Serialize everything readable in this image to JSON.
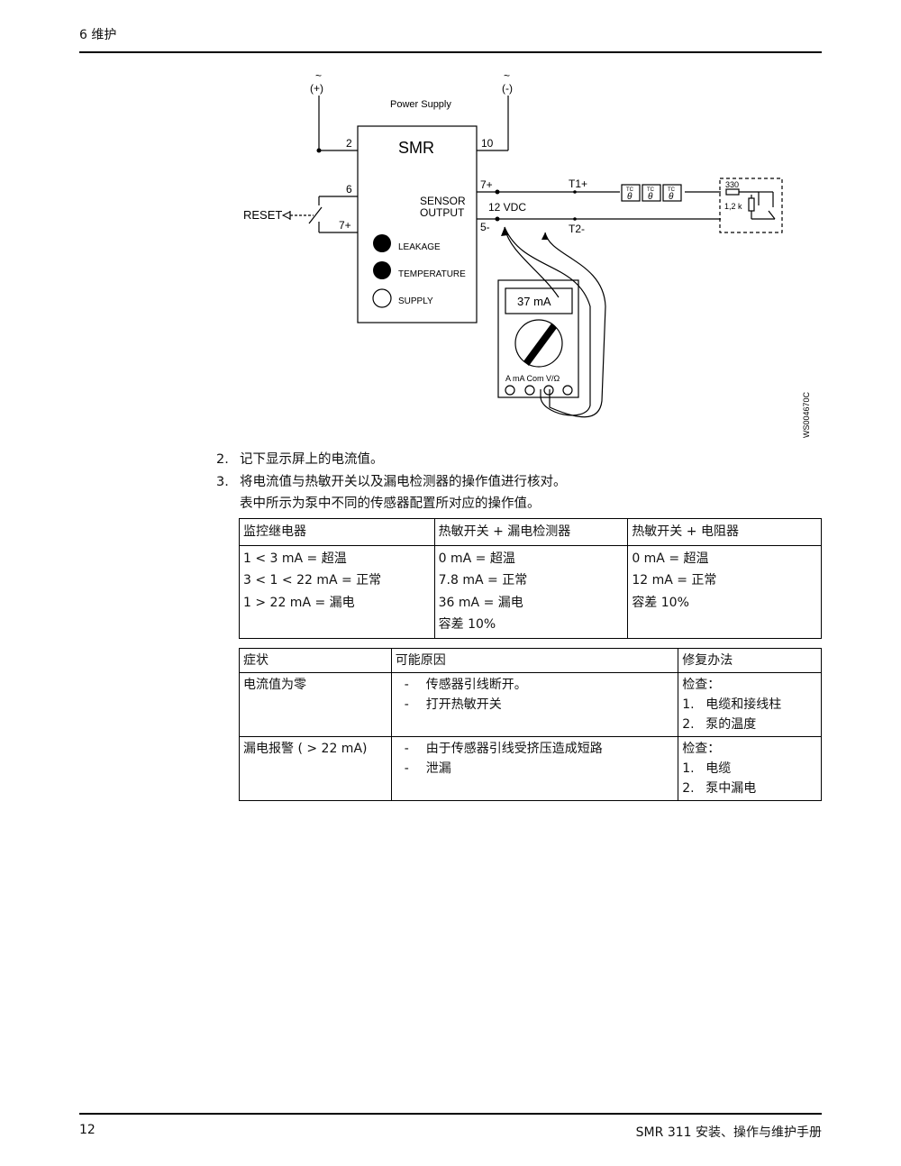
{
  "header": {
    "section": "6  维护"
  },
  "diagram": {
    "ac_plus_tilde": "~",
    "ac_plus": "(+)",
    "ac_minus_tilde": "~",
    "ac_minus": "(-)",
    "power_supply": "Power Supply",
    "smr": "SMR",
    "term_2": "2",
    "term_10": "10",
    "term_6": "6",
    "term_7_reset": "7+",
    "term_7_out": "7+",
    "term_5": "5-",
    "reset": "RESET",
    "sensor_output_1": "SENSOR",
    "sensor_output_2": "OUTPUT",
    "vdc": "12 VDC",
    "t1": "T1+",
    "t2": "T2-",
    "tc": "TC",
    "theta": "θ",
    "r330": "330",
    "r12k": "1,2 k",
    "leakage": "LEAKAGE",
    "temperature": "TEMPERATURE",
    "supply": "SUPPLY",
    "meter_display": "37 mA",
    "meter_terms": "A  mA  Com V/Ω",
    "figure_id": "WS004670C"
  },
  "steps": [
    {
      "num": "2.",
      "text": "记下显示屏上的电流值。"
    },
    {
      "num": "3.",
      "text": "将电流值与热敏开关以及漏电检测器的操作值进行核对。"
    },
    {
      "num": "",
      "text": "表中所示为泵中不同的传感器配置所对应的操作值。"
    }
  ],
  "table1": {
    "headers": [
      "监控继电器",
      "热敏开关 + 漏电检测器",
      "热敏开关 + 电阻器"
    ],
    "col1": [
      "1 < 3 mA = 超温",
      "3 < 1 < 22 mA = 正常",
      "1 > 22 mA = 漏电"
    ],
    "col2": [
      "0 mA = 超温",
      "7.8 mA = 正常",
      "36 mA = 漏电",
      "容差 10%"
    ],
    "col3": [
      "0 mA = 超温",
      "12 mA = 正常",
      "容差 10%"
    ]
  },
  "table2": {
    "headers": [
      "症状",
      "可能原因",
      "修复办法"
    ],
    "rows": [
      {
        "symptom": "电流值为零",
        "causes": [
          "传感器引线断开。",
          "打开热敏开关"
        ],
        "fix_title": "检查：",
        "fixes": [
          {
            "n": "1.",
            "t": "电缆和接线柱"
          },
          {
            "n": "2.",
            "t": "泵的温度"
          }
        ]
      },
      {
        "symptom": "漏电报警 ( > 22 mA)",
        "causes": [
          "由于传感器引线受挤压造成短路",
          "泄漏"
        ],
        "fix_title": "检查：",
        "fixes": [
          {
            "n": "1.",
            "t": "电缆"
          },
          {
            "n": "2.",
            "t": "泵中漏电"
          }
        ]
      }
    ],
    "dash": "-"
  },
  "footer": {
    "page": "12",
    "title": "SMR 311 安装、操作与维护手册"
  }
}
